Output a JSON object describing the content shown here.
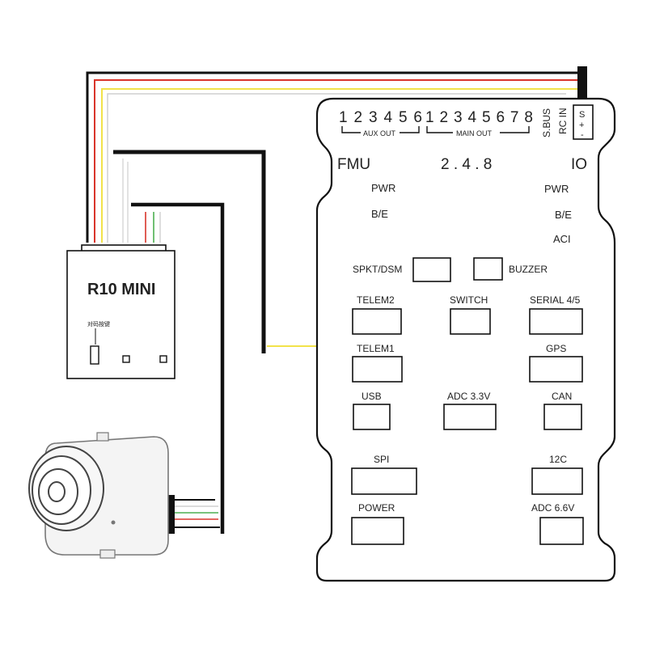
{
  "receiver": {
    "name": "R10 MINI",
    "button_label": "对码按键"
  },
  "controller": {
    "aux_numbers": "123456",
    "main_numbers": "12345678",
    "aux_label": "AUX OUT",
    "main_label": "MAIN OUT",
    "sbus_label": "S.BUS",
    "rcin_label": "RC IN",
    "rcin_pins": [
      "S",
      "+",
      "-"
    ],
    "fmu_label": "FMU",
    "version_label": "2 . 4 . 8",
    "io_label": "IO",
    "fmu_pwr": "PWR",
    "fmu_be": "B/E",
    "io_pwr": "PWR",
    "io_be": "B/E",
    "io_aci": "ACI",
    "ports": {
      "spkt": "SPKT/DSM",
      "buzzer": "BUZZER",
      "telem2": "TELEM2",
      "switch": "SWITCH",
      "serial45": "SERIAL 4/5",
      "telem1": "TELEM1",
      "gps": "GPS",
      "usb": "USB",
      "adc33": "ADC 3.3V",
      "can": "CAN",
      "spi": "SPI",
      "i2c": "12C",
      "power": "POWER",
      "adc66": "ADC 6.6V"
    }
  },
  "colors": {
    "wire_black": "#111111",
    "wire_red": "#d9352b",
    "wire_yellow": "#f2e24a",
    "wire_white": "#cfcfcf",
    "wire_green": "#4caf50",
    "camera_body": "#f4f4f4"
  }
}
